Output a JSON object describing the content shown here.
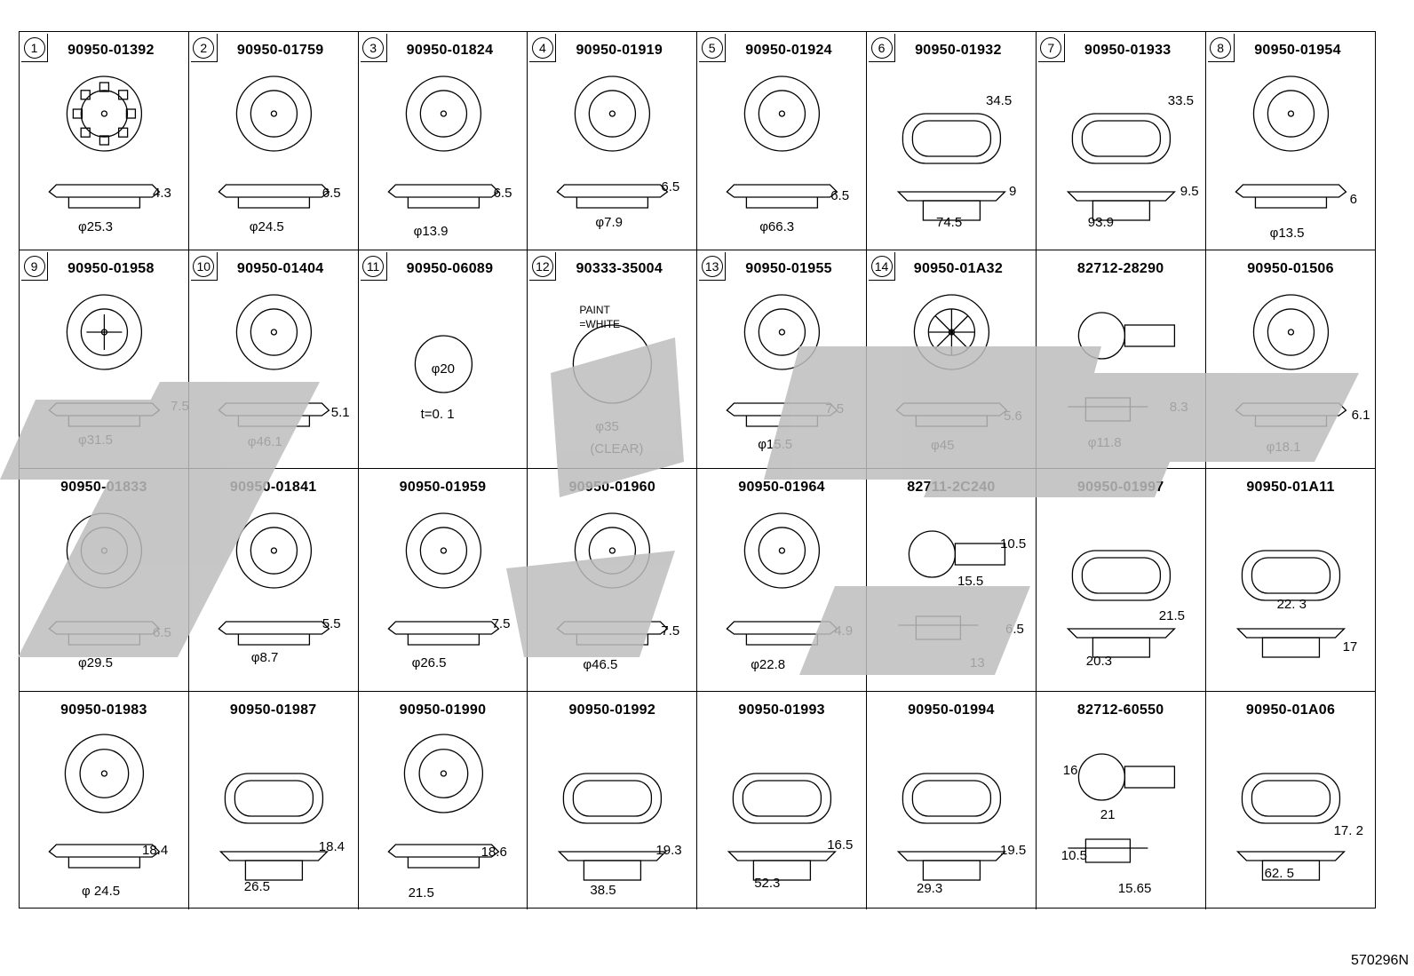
{
  "reference_code": "570296N",
  "colors": {
    "line": "#000000",
    "watermark": "#bdbdbd"
  },
  "rows": [
    [
      {
        "index": "1",
        "part": "90950-01392",
        "dims": [
          "4.3",
          "φ25.3"
        ],
        "icon": "grommet-gear"
      },
      {
        "index": "2",
        "part": "90950-01759",
        "dims": [
          "6.5",
          "φ24.5"
        ],
        "icon": "grommet-round"
      },
      {
        "index": "3",
        "part": "90950-01824",
        "dims": [
          "6.5",
          "φ13.9"
        ],
        "icon": "grommet-round"
      },
      {
        "index": "4",
        "part": "90950-01919",
        "dims": [
          "6.5",
          "φ7.9"
        ],
        "icon": "grommet-round"
      },
      {
        "index": "5",
        "part": "90950-01924",
        "dims": [
          "6.5",
          "φ66.3"
        ],
        "icon": "grommet-round"
      },
      {
        "index": "6",
        "part": "90950-01932",
        "dims": [
          "34.5",
          "9",
          "74.5"
        ],
        "icon": "grommet-oval"
      },
      {
        "index": "7",
        "part": "90950-01933",
        "dims": [
          "33.5",
          "9.5",
          "93.9"
        ],
        "icon": "grommet-oval"
      },
      {
        "index": "8",
        "part": "90950-01954",
        "dims": [
          "6",
          "φ13.5"
        ],
        "icon": "grommet-round"
      }
    ],
    [
      {
        "index": "9",
        "part": "90950-01958",
        "dims": [
          "7.5",
          "φ31.5"
        ],
        "icon": "grommet-cross"
      },
      {
        "index": "10",
        "part": "90950-01404",
        "dims": [
          "5.1",
          "φ46.1"
        ],
        "icon": "grommet-round"
      },
      {
        "index": "11",
        "part": "90950-06089",
        "dims": [
          "φ20"
        ],
        "notes": [
          "t=0. 1"
        ],
        "icon": "seal-disc"
      },
      {
        "index": "12",
        "part": "90333-35004",
        "dims": [
          "φ35"
        ],
        "notes": [
          "PAINT",
          "=WHITE",
          "(CLEAR)"
        ],
        "icon": "seal-disc"
      },
      {
        "index": "13",
        "part": "90950-01955",
        "dims": [
          "7.5",
          "φ15.5"
        ],
        "icon": "grommet-round"
      },
      {
        "index": "14",
        "part": "90950-01A32",
        "dims": [
          "5.6",
          "φ45"
        ],
        "icon": "grommet-spoked"
      },
      {
        "index": "",
        "part": "82712-28290",
        "dims": [
          "8.3",
          "φ11.8"
        ],
        "icon": "clip-tab"
      },
      {
        "index": "",
        "part": "90950-01506",
        "dims": [
          "6.1",
          "φ18.1"
        ],
        "icon": "grommet-round"
      }
    ],
    [
      {
        "index": "",
        "part": "90950-01833",
        "dims": [
          "6.5",
          "φ29.5"
        ],
        "icon": "grommet-round"
      },
      {
        "index": "",
        "part": "90950-01841",
        "dims": [
          "5.5",
          "φ8.7"
        ],
        "icon": "grommet-round"
      },
      {
        "index": "",
        "part": "90950-01959",
        "dims": [
          "7.5",
          "φ26.5"
        ],
        "icon": "grommet-round"
      },
      {
        "index": "",
        "part": "90950-01960",
        "dims": [
          "7.5",
          "φ46.5"
        ],
        "icon": "grommet-round"
      },
      {
        "index": "",
        "part": "90950-01964",
        "dims": [
          "4.9",
          "φ22.8"
        ],
        "icon": "grommet-round"
      },
      {
        "index": "",
        "part": "82711-2C240",
        "dims": [
          "10.5",
          "15.5",
          "6.5",
          "13"
        ],
        "icon": "clip-rod"
      },
      {
        "index": "",
        "part": "90950-01997",
        "dims": [
          "21.5",
          "20.3"
        ],
        "icon": "grommet-oval"
      },
      {
        "index": "",
        "part": "90950-01A11",
        "dims": [
          "22. 3",
          "17"
        ],
        "icon": "grommet-oval"
      }
    ],
    [
      {
        "index": "",
        "part": "90950-01983",
        "dims": [
          "18.4",
          "φ 24.5"
        ],
        "icon": "grommet-plug"
      },
      {
        "index": "",
        "part": "90950-01987",
        "dims": [
          "18.4",
          "26.5"
        ],
        "icon": "grommet-oval"
      },
      {
        "index": "",
        "part": "90950-01990",
        "dims": [
          "18.6",
          "21.5"
        ],
        "icon": "grommet-plug"
      },
      {
        "index": "",
        "part": "90950-01992",
        "dims": [
          "19.3",
          "38.5"
        ],
        "icon": "grommet-oval"
      },
      {
        "index": "",
        "part": "90950-01993",
        "dims": [
          "16.5",
          "52.3"
        ],
        "icon": "grommet-oval"
      },
      {
        "index": "",
        "part": "90950-01994",
        "dims": [
          "19.5",
          "29.3"
        ],
        "icon": "grommet-oval"
      },
      {
        "index": "",
        "part": "82712-60550",
        "dims": [
          "16",
          "21",
          "10.5",
          "15.65"
        ],
        "icon": "clip-tab"
      },
      {
        "index": "",
        "part": "90950-01A06",
        "dims": [
          "17. 2",
          "62. 5"
        ],
        "icon": "grommet-oval"
      }
    ]
  ]
}
